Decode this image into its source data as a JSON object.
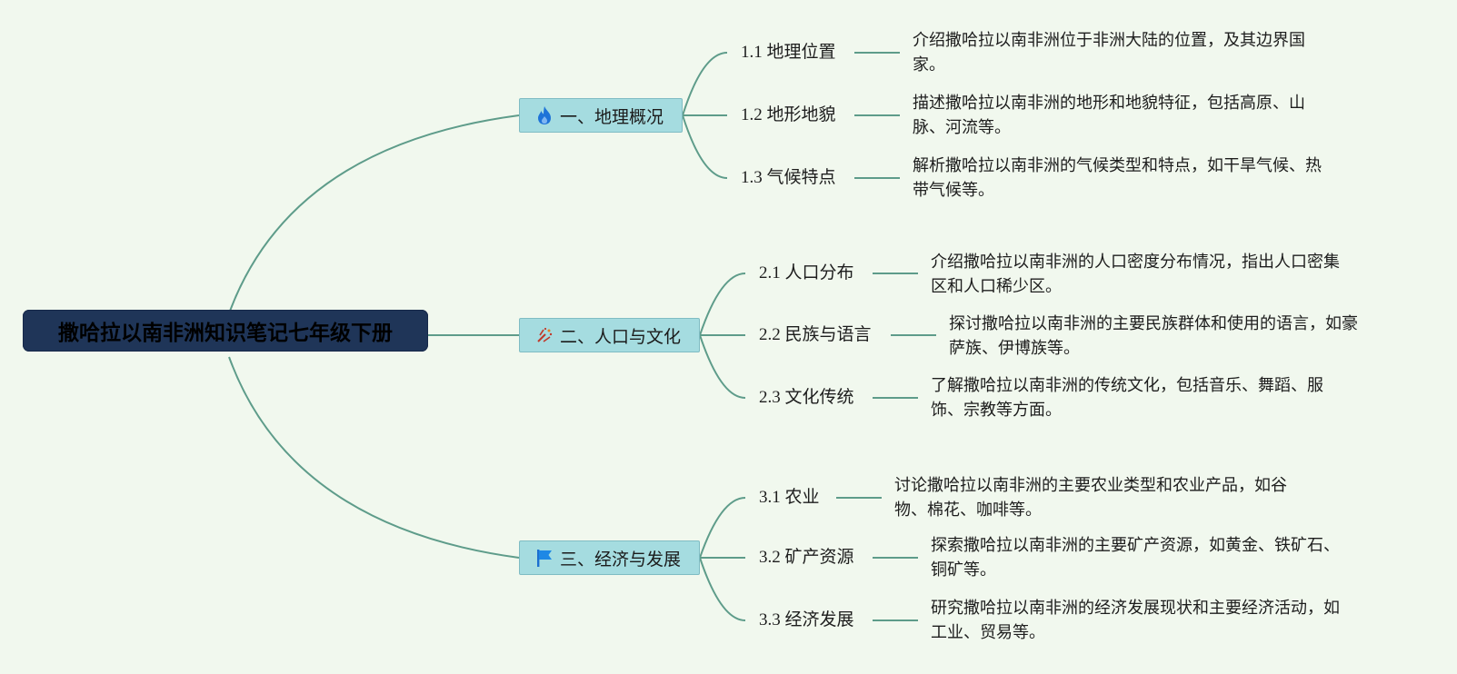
{
  "root": {
    "title": "撒哈拉以南非洲知识笔记七年级下册"
  },
  "branches": [
    {
      "label": "一、地理概况",
      "icon": "fire-icon",
      "subs": [
        {
          "label": "1.1 地理位置",
          "desc": [
            "介绍撒哈拉以南非洲位于非洲大陆的位置，及其边界国",
            "家。"
          ]
        },
        {
          "label": "1.2 地形地貌",
          "desc": [
            "描述撒哈拉以南非洲的地形和地貌特征，包括高原、山",
            "脉、河流等。"
          ]
        },
        {
          "label": "1.3 气候特点",
          "desc": [
            "解析撒哈拉以南非洲的气候类型和特点，如干旱气候、热",
            "带气候等。"
          ]
        }
      ]
    },
    {
      "label": "二、人口与文化",
      "icon": "party-popper-icon",
      "subs": [
        {
          "label": "2.1 人口分布",
          "desc": [
            "介绍撒哈拉以南非洲的人口密度分布情况，指出人口密集",
            "区和人口稀少区。"
          ]
        },
        {
          "label": "2.2 民族与语言",
          "desc": [
            "探讨撒哈拉以南非洲的主要民族群体和使用的语言，如豪",
            "萨族、伊博族等。"
          ]
        },
        {
          "label": "2.3 文化传统",
          "desc": [
            "了解撒哈拉以南非洲的传统文化，包括音乐、舞蹈、服",
            "饰、宗教等方面。"
          ]
        }
      ]
    },
    {
      "label": "三、经济与发展",
      "icon": "flag-icon",
      "subs": [
        {
          "label": "3.1 农业",
          "desc": [
            "讨论撒哈拉以南非洲的主要农业类型和农业产品，如谷",
            "物、棉花、咖啡等。"
          ]
        },
        {
          "label": "3.2 矿产资源",
          "desc": [
            "探索撒哈拉以南非洲的主要矿产资源，如黄金、铁矿石、",
            "铜矿等。"
          ]
        },
        {
          "label": "3.3 经济发展",
          "desc": [
            "研究撒哈拉以南非洲的经济发展现状和主要经济活动，如",
            "工业、贸易等。"
          ]
        }
      ]
    }
  ],
  "colors": {
    "background": "#f1f8ee",
    "root": "#1f3558",
    "branch": "#a5dce0",
    "connector": "#5e9c8a"
  }
}
